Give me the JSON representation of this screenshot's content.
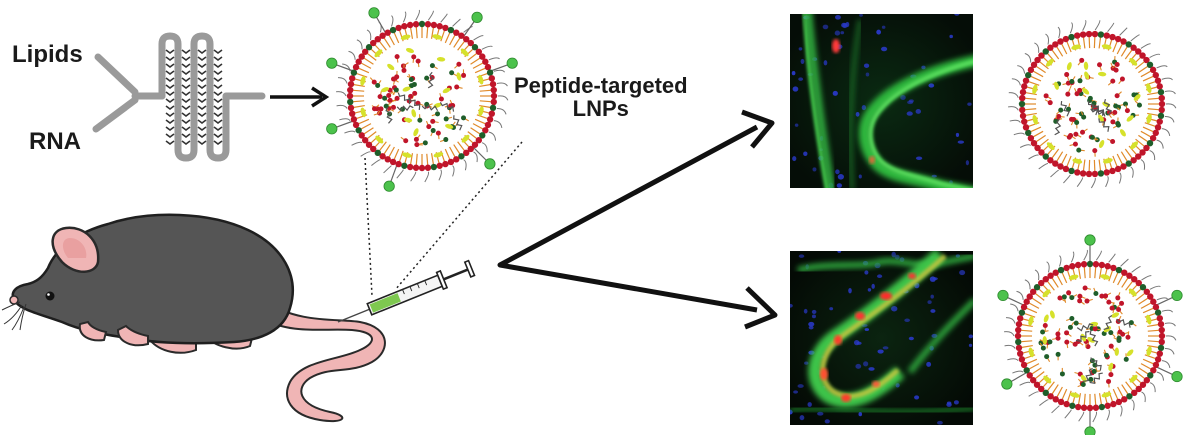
{
  "labels": {
    "lipids": "Lipids",
    "rna": "RNA",
    "lnp_line1": "Peptide-targeted",
    "lnp_line2": "LNPs"
  },
  "colors": {
    "background": "#ffffff",
    "mouse_body": "#555555",
    "mouse_skin": "#f0b5b5",
    "chip_gray": "#9a9a9a",
    "lipid_head_red": "#c0152a",
    "lipid_head_dark_green": "#1f5e2a",
    "lipid_tail_orange": "#e08a2a",
    "cholesterol_yellow": "#d6e12b",
    "peptide_green": "#4cc24c",
    "micro_tissue_green": "#33cc44",
    "micro_cell_red": "#ff3030",
    "micro_nuclei_blue": "#2a3acc"
  },
  "icons": [
    "mouse-illustration",
    "microfluidic-mixer-icon",
    "syringe-icon",
    "lipid-nanoparticle-icon",
    "microscopy-image"
  ]
}
